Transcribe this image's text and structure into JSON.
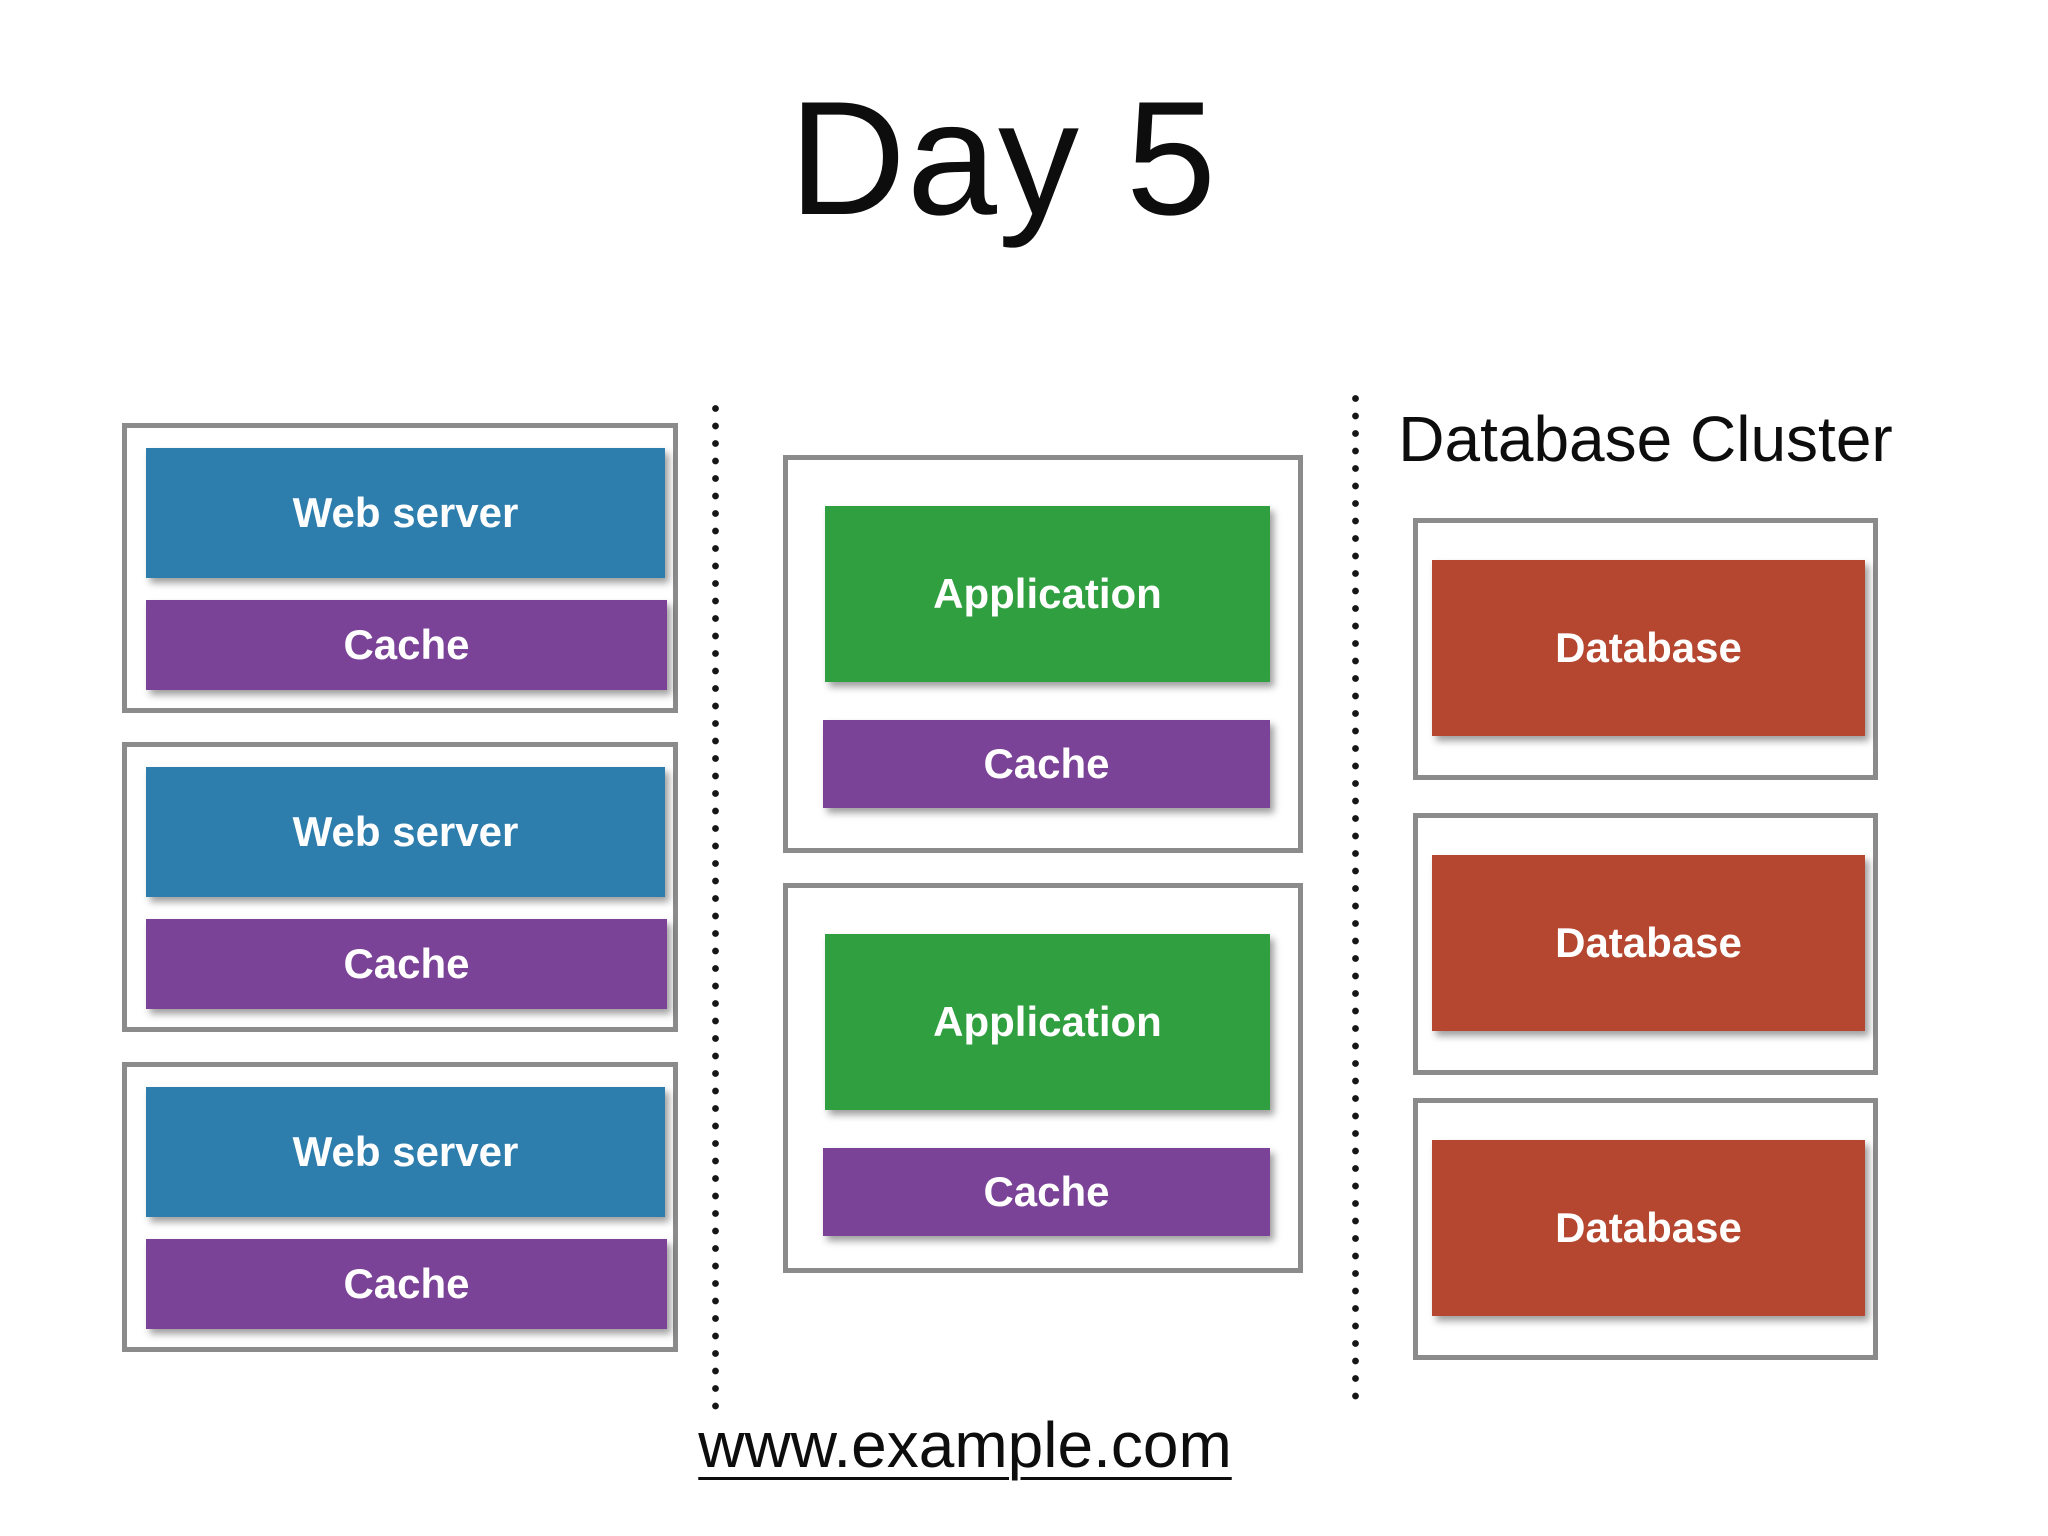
{
  "slide": {
    "title": "Day 5",
    "footer_url": "www.example.com"
  },
  "web_tier": {
    "groups": [
      {
        "server": "Web server",
        "cache": "Cache"
      },
      {
        "server": "Web server",
        "cache": "Cache"
      },
      {
        "server": "Web server",
        "cache": "Cache"
      }
    ]
  },
  "app_tier": {
    "groups": [
      {
        "server": "Application",
        "cache": "Cache"
      },
      {
        "server": "Application",
        "cache": "Cache"
      }
    ]
  },
  "db_tier": {
    "title": "Database Cluster",
    "groups": [
      {
        "server": "Database"
      },
      {
        "server": "Database"
      },
      {
        "server": "Database"
      }
    ]
  },
  "colors": {
    "web_server_box": "#2d7dad",
    "application_box": "#2f9f3f",
    "cache_box": "#7b4398",
    "database_box": "#b5462f",
    "container_border": "#8b8b8b",
    "box_text": "#ffffff",
    "slide_text": "#0d0d0d",
    "background": "#ffffff"
  }
}
